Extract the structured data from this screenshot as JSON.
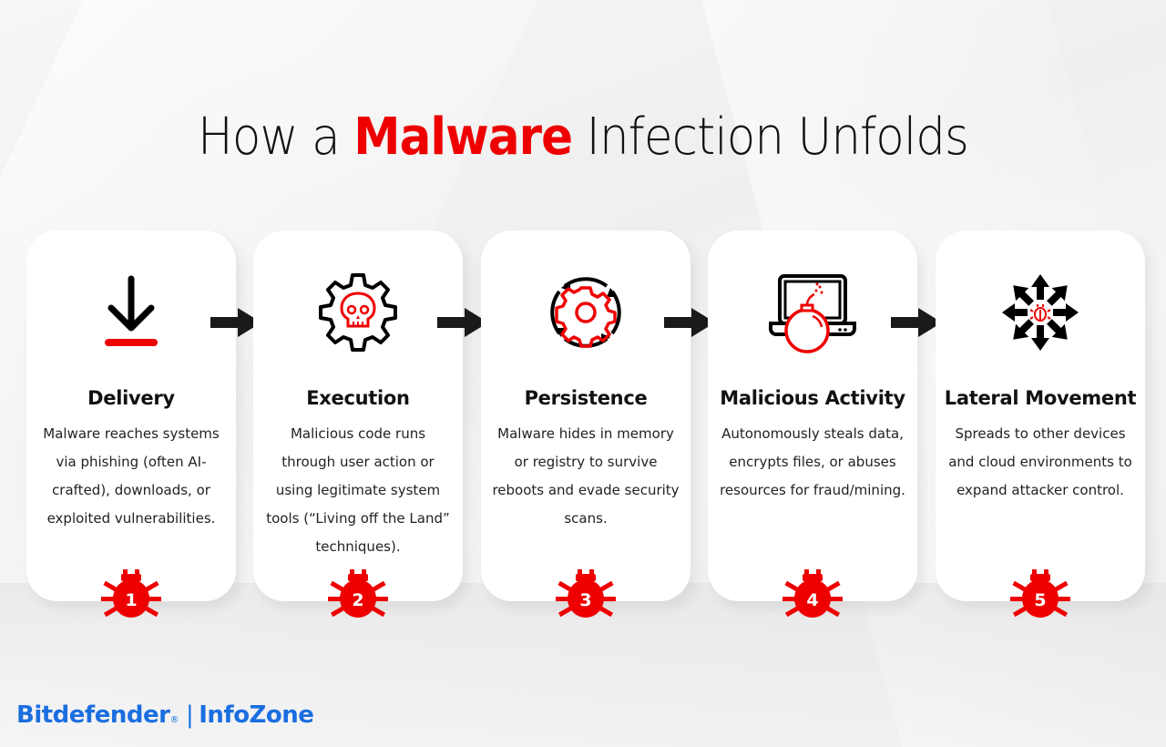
{
  "title": {
    "prefix": "How a",
    "highlight": "Malware",
    "suffix": "Infection Unfolds"
  },
  "colors": {
    "accent": "#ee0000",
    "text": "#111111",
    "brand_blue": "#1a6ee0",
    "card_bg": "#ffffff"
  },
  "steps": [
    {
      "number": "1",
      "icon": "download-icon",
      "title": "Delivery",
      "description": "Malware reaches systems via phishing (often AI-crafted), downloads, or exploited vulnerabilities."
    },
    {
      "number": "2",
      "icon": "gear-skull-icon",
      "title": "Execution",
      "description": "Malicious code runs through user action or using legitimate system tools (“Living off the Land” techniques)."
    },
    {
      "number": "3",
      "icon": "gear-cycle-icon",
      "title": "Persistence",
      "description": "Malware hides in memory or registry to survive reboots and evade security scans."
    },
    {
      "number": "4",
      "icon": "laptop-bomb-icon",
      "title": "Malicious Activity",
      "description": "Autonomously steals data, encrypts files, or abuses resources for fraud/mining."
    },
    {
      "number": "5",
      "icon": "bug-spread-arrows-icon",
      "title": "Lateral Movement",
      "description": "Spreads to other devices and cloud environments to expand attacker control."
    }
  ],
  "footer": {
    "brand": "Bitdefender",
    "registered": "®",
    "separator": "|",
    "section": "InfoZone"
  }
}
